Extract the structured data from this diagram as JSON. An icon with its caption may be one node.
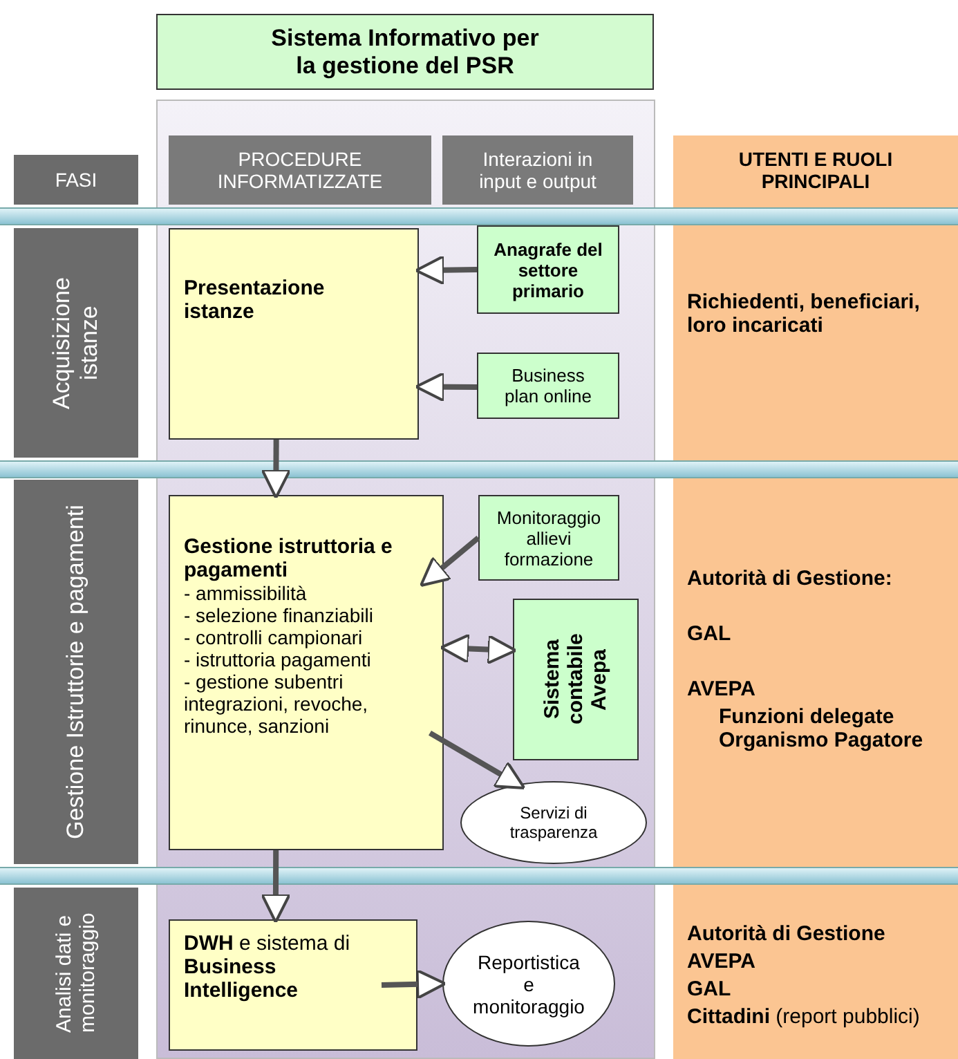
{
  "diagram": {
    "nodes": [
      {
        "text": [
          "Sistema Informativo per la gestione del PSR"
        ]
      },
      {
        "text": [
          "FASI"
        ]
      },
      {
        "text": [
          "PROCEDURE INFORMATIZZATE"
        ]
      },
      {
        "text": [
          "Interazioni in input e output"
        ]
      },
      {
        "text": [
          "UTENTI E RUOLI PRINCIPALI"
        ]
      },
      {
        "text": [
          "Acquisizione istanze"
        ]
      },
      {
        "text": [
          "Presentazione istanze"
        ]
      },
      {
        "text": [
          "Anagrafe del settore primario"
        ]
      },
      {
        "text": [
          "Business plan online"
        ]
      },
      {
        "text": [
          "Gestione Istruttorie e pagamenti"
        ]
      },
      {
        "text": [
          "Gestione istruttoria e pagamenti",
          "- ammissibilità",
          "- selezione finanziabili",
          "- controlli campionari",
          "- istruttoria pagamenti",
          "- gestione subentri integrazioni, revoche, rinunce, sanzioni"
        ]
      },
      {
        "text": [
          "Monitoraggio allievi formazione"
        ]
      },
      {
        "text": [
          "Sistema contabile Avepa"
        ]
      },
      {
        "text": [
          "Servizi di trasparenza"
        ]
      },
      {
        "text": [
          "Analisi dati e monitoraggio"
        ]
      },
      {
        "text": [
          "**DWH** e sistema di **Business Intelligence**"
        ]
      },
      {
        "text": [
          "Reportistica e monitoraggio"
        ]
      }
    ],
    "edges": [
      {
        "from": 7,
        "to": 6,
        "arrow": "to"
      },
      {
        "from": 8,
        "to": 6,
        "arrow": "to"
      },
      {
        "from": 6,
        "to": 10,
        "arrow": "to"
      },
      {
        "from": 11,
        "to": 10,
        "arrow": "to"
      },
      {
        "from": 10,
        "to": 12,
        "arrow": "both"
      },
      {
        "from": 10,
        "to": 13,
        "arrow": "to"
      },
      {
        "from": 10,
        "to": 15,
        "arrow": "to"
      },
      {
        "from": 15,
        "to": 16,
        "arrow": "to"
      }
    ],
    "labels": [
      "Richiedenti, beneficiari, loro incaricati",
      "Autorità di Gestione:",
      "GAL",
      "AVEPA",
      "Funzioni delegate Organismo Pagatore",
      "Autorità di Gestione",
      "AVEPA",
      "GAL",
      "**Cittadini** (report pubblici)"
    ]
  }
}
